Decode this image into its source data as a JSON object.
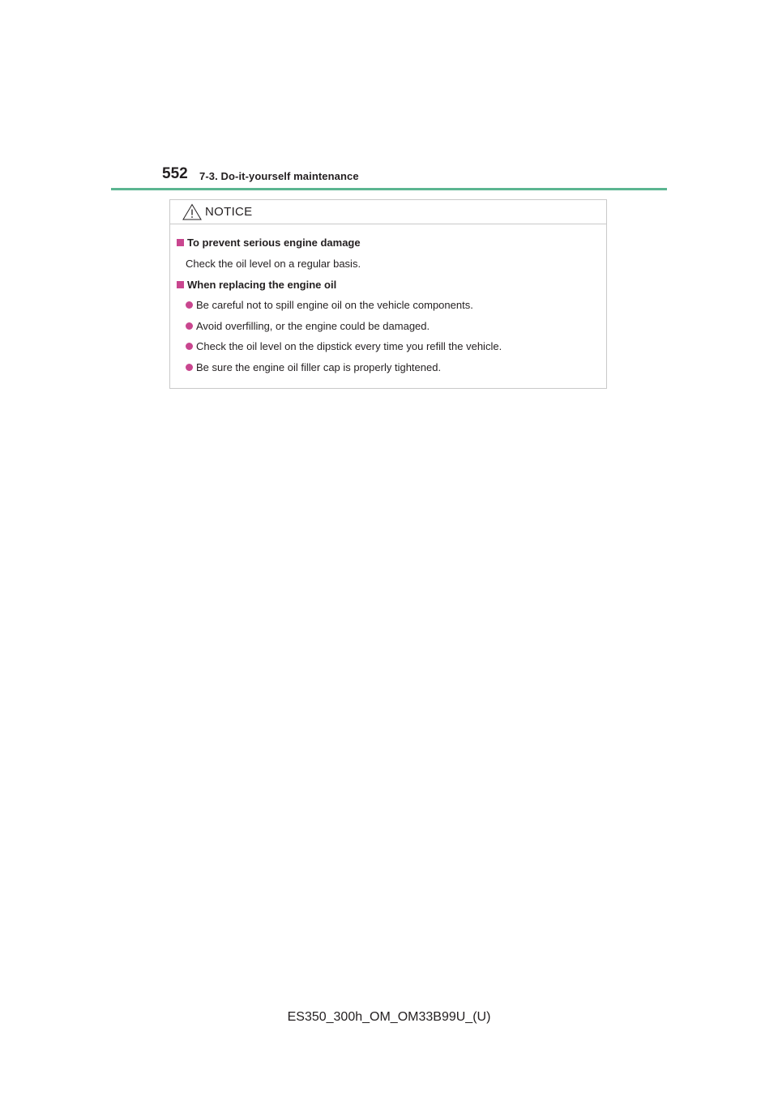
{
  "header": {
    "page_number": "552",
    "section": "7-3. Do-it-yourself maintenance",
    "accent_color": "#5bb591"
  },
  "notice": {
    "icon": "warning-triangle-icon",
    "title": "NOTICE",
    "bullet_color": "#c9468f",
    "sections": [
      {
        "heading": "To prevent serious engine damage",
        "text": "Check the oil level on a regular basis."
      },
      {
        "heading": "When replacing the engine oil",
        "bullets": [
          "Be careful not to spill engine oil on the vehicle components.",
          "Avoid overfilling, or the engine could be damaged.",
          "Check the oil level on the dipstick every time you refill the vehicle.",
          "Be sure the engine oil filler cap is properly tightened."
        ]
      }
    ]
  },
  "footer": {
    "doc_code": "ES350_300h_OM_OM33B99U_(U)"
  }
}
